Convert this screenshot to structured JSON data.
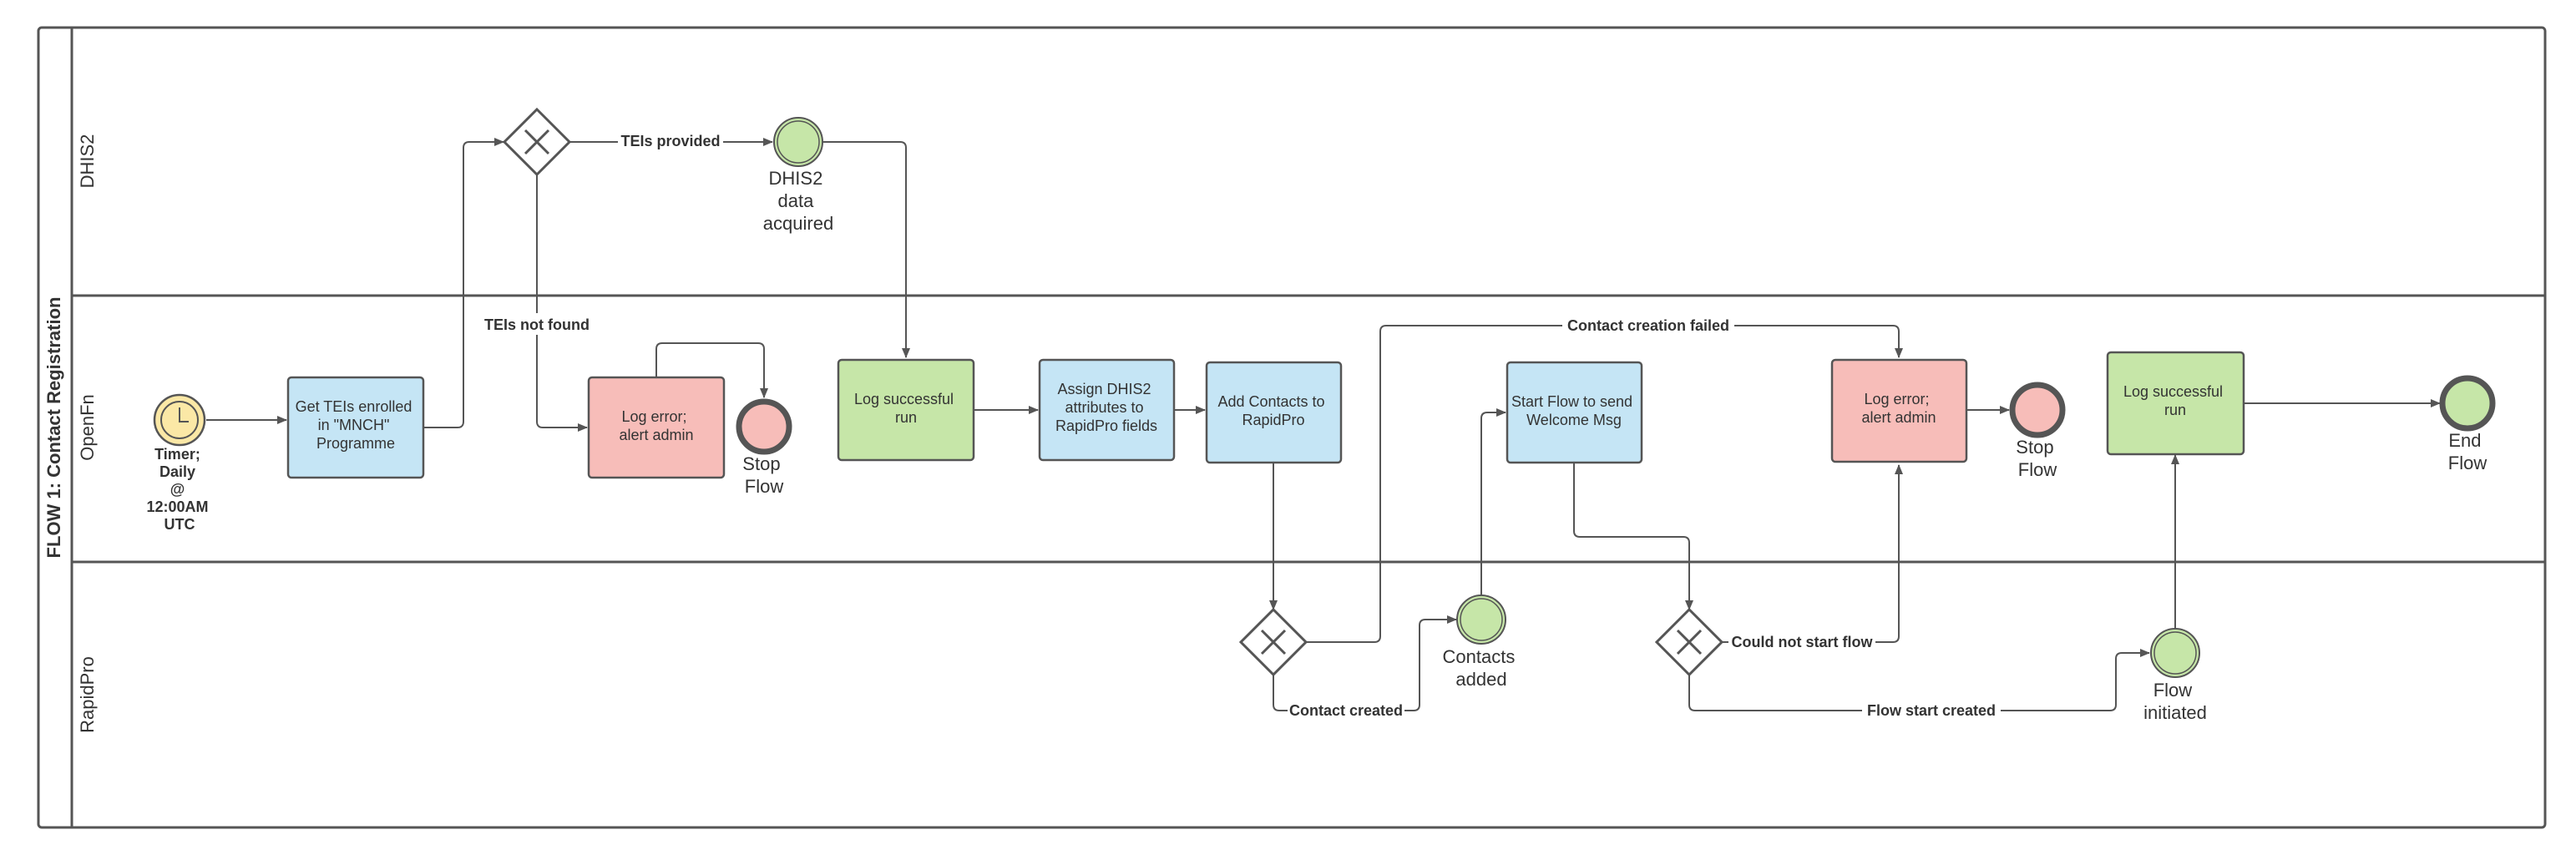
{
  "pool": {
    "title": "FLOW 1: Contact Registration"
  },
  "lanes": [
    {
      "id": "dhis2",
      "label": "DHIS2"
    },
    {
      "id": "openfn",
      "label": "OpenFn"
    },
    {
      "id": "rapidpro",
      "label": "RapidPro"
    }
  ],
  "tasks": {
    "get_teis": {
      "lines": [
        "Get TEIs enrolled",
        "in \"MNCH\"",
        "Programme"
      ],
      "fill": "#c5e5f5"
    },
    "log_error_1": {
      "lines": [
        "Log error;",
        "alert admin"
      ],
      "fill": "#f7bdb9"
    },
    "log_success_1": {
      "lines": [
        "Log successful",
        "run"
      ],
      "fill": "#c6e6a8"
    },
    "assign_attrs": {
      "lines": [
        "Assign DHIS2",
        "attributes to",
        "RapidPro fields"
      ],
      "fill": "#c5e5f5"
    },
    "add_contacts": {
      "lines": [
        "Add Contacts to",
        "RapidPro"
      ],
      "fill": "#c5e5f5"
    },
    "start_flow": {
      "lines": [
        "Start Flow to send",
        "Welcome Msg"
      ],
      "fill": "#c5e5f5"
    },
    "log_error_2": {
      "lines": [
        "Log error;",
        "alert admin"
      ],
      "fill": "#f7bdb9"
    },
    "log_success_2": {
      "lines": [
        "Log successful",
        "run"
      ],
      "fill": "#c6e6a8"
    }
  },
  "events": {
    "timer": {
      "lines": [
        "Timer;",
        "Daily",
        "@",
        "12:00AM",
        "UTC"
      ],
      "type": "start-timer"
    },
    "dhis2_acquired": {
      "lines": [
        "DHIS2",
        "data",
        "acquired"
      ],
      "type": "intermediate"
    },
    "stop_flow_1": {
      "lines": [
        "Stop",
        "Flow"
      ],
      "type": "end"
    },
    "contacts_added": {
      "lines": [
        "Contacts",
        "added"
      ],
      "type": "intermediate"
    },
    "stop_flow_2": {
      "lines": [
        "Stop",
        "Flow"
      ],
      "type": "end"
    },
    "flow_initiated": {
      "lines": [
        "Flow",
        "initiated"
      ],
      "type": "intermediate"
    },
    "end_flow": {
      "lines": [
        "End",
        "Flow"
      ],
      "type": "end-success"
    }
  },
  "edge_labels": {
    "teis_provided": "TEIs provided",
    "teis_not_found": "TEIs not found",
    "contact_creation_failed": "Contact creation failed",
    "contact_created": "Contact created",
    "could_not_start_flow": "Could not start flow",
    "flow_start_created": "Flow start created"
  },
  "colors": {
    "task_blue": "#c5e5f5",
    "task_red": "#f7bdb9",
    "task_green": "#c6e6a8",
    "event_green": "#c6e6a8",
    "event_red": "#f7bdb9",
    "timer_yellow": "#fbe8a6",
    "line": "#555555"
  }
}
